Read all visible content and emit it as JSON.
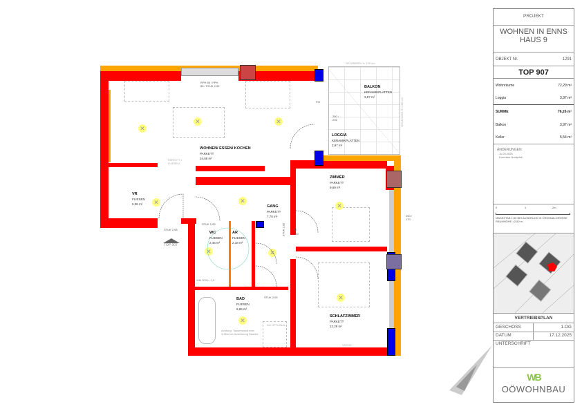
{
  "plan": {
    "rooms": [
      {
        "name": "WOHNEN/ ESSEN/ KOCHEN",
        "floor": "PARKETT",
        "area": "24,68 m²"
      },
      {
        "name": "BALKON",
        "floor": "KERAMIKPLATTEN",
        "area": "3,97 m²"
      },
      {
        "name": "LOGGIA",
        "floor": "KERAMIKPLATTEN",
        "area": "3,97 m²"
      },
      {
        "name": "ZIMMER",
        "floor": "PARKETT",
        "area": "9,69 m²"
      },
      {
        "name": "VR",
        "floor": "FLIESEN",
        "area": "6,06 m²"
      },
      {
        "name": "GANG",
        "floor": "PARKETT",
        "area": "7,70 m²"
      },
      {
        "name": "WC",
        "floor": "FLIESEN",
        "area": "2,45 m²"
      },
      {
        "name": "AR",
        "floor": "FLIESEN",
        "area": "2,18 m²"
      },
      {
        "name": "BAD",
        "floor": "FLIESEN",
        "area": "6,85 m²"
      },
      {
        "name": "SCHLAFZIMMER",
        "floor": "PARKETT",
        "area": "12,28 m²"
      }
    ],
    "annotations": {
      "railing_top": "GELÄNDER H= 100 cm",
      "railing_side": "GELÄNDER H= 100 cm",
      "window_label": "RPH 85 / FPH 85 / STUK 2,30",
      "floor_change": "PARKETT / FLIESEN",
      "stuk_vr": "STUK 2,08",
      "stuk_wc": "STUK 2,05",
      "stuk_bad": "STUK 2,05",
      "stuk_gang": "STUK 2,05",
      "door_80": "80",
      "door_200": "200",
      "loggia_dim": "250 / 235",
      "fix": "FIX",
      "entrance": "TOP 907",
      "bad_note": "Achtung: Tassenwand max 3,35m bei Ausführung Dusche",
      "optional": "DU OPTIONAL",
      "vss": "VSS 50",
      "window_right": "200 / 170",
      "bad_wm": "WM ROH= 1,0"
    }
  },
  "titleblock": {
    "projekt_label": "PROJEKT",
    "projekt_line1": "WOHNEN IN ENNS",
    "projekt_line2": "HAUS 9",
    "objekt_label": "OBJEKT Nr.",
    "objekt_value": "1291",
    "top": "TOP 907",
    "areas": [
      {
        "label": "Wohnräume",
        "value": "72,29 m²"
      },
      {
        "label": "Loggia",
        "value": "3,97 m²"
      },
      {
        "label": "SUMME",
        "value": "76,26 m²"
      },
      {
        "label": "Balkon",
        "value": "3,97 m²"
      },
      {
        "label": "Keller",
        "value": "5,54 m²"
      }
    ],
    "changes_label": "ÄNDERUNGEN:",
    "changes_date": "11.03.2025",
    "changes_text": "Korrektur Nordpfeil",
    "scale_ticks": [
      "0",
      "1",
      "2m"
    ],
    "scale_text": "MASSSTAB 1:50 BEI AUSDRUCK IN ORIGINALGRÖSSE",
    "room_height": "RAUMHÖHE =2,50 m",
    "plan_type": "VERTRIEBSPLAN",
    "geschoss_label": "GESCHOSS",
    "geschoss_value": "1.OG",
    "datum_label": "DATUM",
    "datum_value": "17.12.2025",
    "signature_label": "UNTERSCHRIFT",
    "logo_text": "OÖWOHNBAU",
    "logo_mark": "WB"
  },
  "colors": {
    "wall": "#ff0000",
    "insulation": "#ffa500",
    "column": "#0000e6",
    "lamp": "#ffff80",
    "highlight": "#ff0000"
  }
}
